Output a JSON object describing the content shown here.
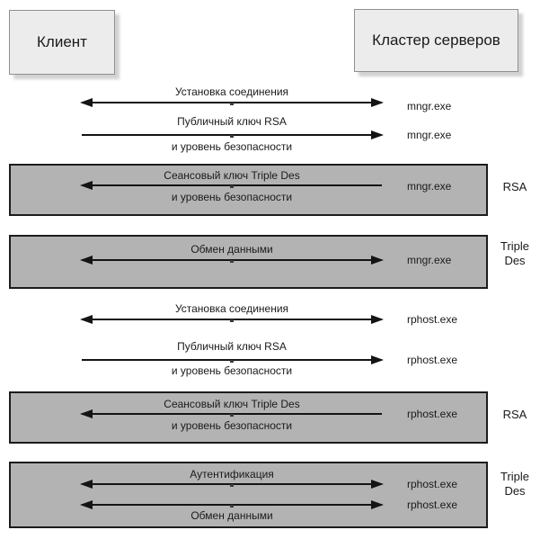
{
  "actors": {
    "client": "Клиент",
    "server_cluster": "Кластер серверов"
  },
  "messages": [
    {
      "title": "Установка соединения",
      "process": "mngr.exe",
      "direction": "both"
    },
    {
      "title": "Публичный ключ RSA",
      "subtitle": "и уровень безопасности",
      "process": "mngr.exe",
      "direction": "right"
    },
    {
      "title": "Сеансовый ключ Triple Des",
      "subtitle": "и уровень безопасности",
      "process": "mngr.exe",
      "direction": "left",
      "encryption": "RSA"
    },
    {
      "title": "Обмен данными",
      "process": "mngr.exe",
      "direction": "both",
      "encryption": "Triple Des"
    },
    {
      "title": "Установка соединения",
      "process": "rphost.exe",
      "direction": "both"
    },
    {
      "title": "Публичный ключ RSA",
      "subtitle": "и уровень безопасности",
      "process": "rphost.exe",
      "direction": "right"
    },
    {
      "title": "Сеансовый ключ Triple Des",
      "subtitle": "и уровень безопасности",
      "process": "rphost.exe",
      "direction": "left",
      "encryption": "RSA"
    },
    {
      "title": "Аутентификация",
      "process": "rphost.exe",
      "direction": "both",
      "encryption": "Triple Des"
    },
    {
      "title": "Обмен данными",
      "process": "rphost.exe",
      "direction": "both"
    }
  ]
}
